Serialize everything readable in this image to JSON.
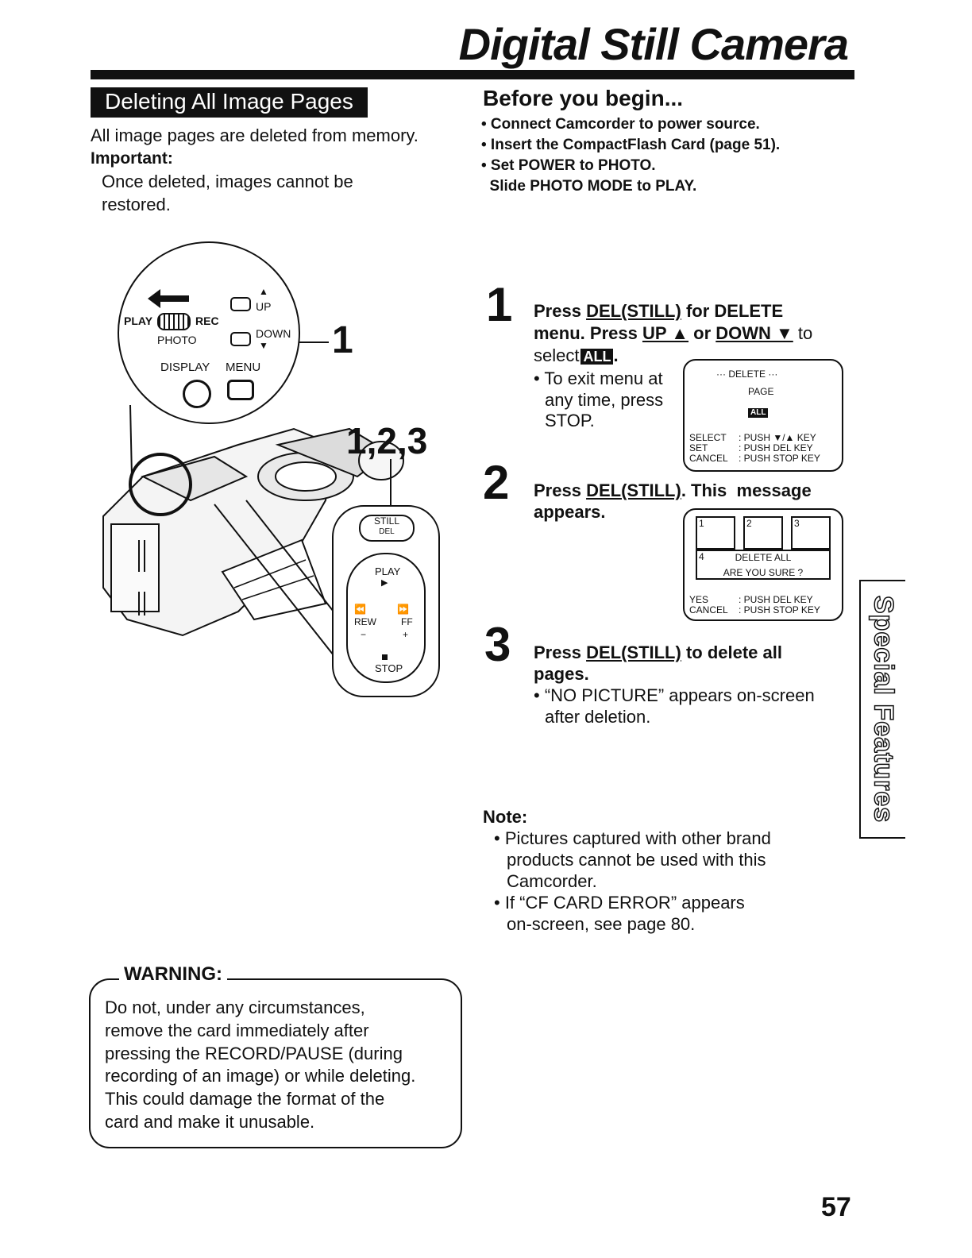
{
  "header": {
    "title": "Digital Still Camera"
  },
  "section": {
    "heading": "Deleting All Image Pages"
  },
  "intro": {
    "line1": "All image pages are deleted from memory.",
    "important_label": "Important:",
    "important_line1": "Once deleted, images cannot be",
    "important_line2": "restored."
  },
  "before": {
    "heading": "Before you begin...",
    "items": [
      "• Connect Camcorder to power source.",
      "• Insert the CompactFlash Card (page 51).",
      "• Set POWER to PHOTO.",
      "  Slide PHOTO MODE to PLAY."
    ]
  },
  "illustration": {
    "zoom_labels": {
      "play": "PLAY",
      "rec": "REC",
      "photo": "PHOTO",
      "up": "UP",
      "down": "DOWN",
      "display": "DISPLAY",
      "menu": "MENU"
    },
    "callout_1": "1",
    "callout_123": "1,2,3",
    "remote_labels": {
      "still": "STILL",
      "del": "DEL",
      "play": "PLAY",
      "rew": "REW",
      "ff": "FF",
      "minus": "−",
      "plus": "+",
      "stop": "STOP"
    }
  },
  "steps": [
    {
      "number": "1",
      "line1_a": "Press ",
      "line1_key": "DEL(STILL)",
      "line1_b": " for DELETE",
      "line2_a": "menu. Press ",
      "line2_up": "UP ▲",
      "line2_b": " or ",
      "line2_down": "DOWN ▼",
      "line2_c": " to",
      "line3_a": "select",
      "line3_badge": "ALL",
      "line3_b": ".",
      "bullets": [
        "• To exit menu at",
        "any time, press",
        "STOP."
      ]
    },
    {
      "number": "2",
      "line1_a": "Press ",
      "line1_key": "DEL(STILL)",
      "line1_b": ". This  message",
      "line2": "appears."
    },
    {
      "number": "3",
      "line1_a": "Press ",
      "line1_key": "DEL(STILL)",
      "line1_b": " to delete all",
      "line2": "pages.",
      "bullet_1": "• “NO PICTURE” appears on-screen",
      "bullet_2": "after deletion."
    }
  ],
  "screen1": {
    "title": "··· DELETE ···",
    "page": "PAGE",
    "badge": "ALL",
    "row1_label": "SELECT",
    "row1_value": ": PUSH ▼/▲ KEY",
    "row2_label": "SET",
    "row2_value": ": PUSH DEL KEY",
    "row3_label": "CANCEL",
    "row3_value": ": PUSH STOP KEY"
  },
  "screen2": {
    "thumb_numbers": [
      "1",
      "2",
      "3",
      "4"
    ],
    "line1": "DELETE ALL",
    "line2": "ARE YOU SURE ?",
    "row1_label": "YES",
    "row1_value": ": PUSH DEL KEY",
    "row2_label": "CANCEL",
    "row2_value": ": PUSH STOP KEY"
  },
  "note": {
    "label": "Note:",
    "items": [
      "• Pictures captured with other brand",
      "products cannot be used with this",
      "Camcorder.",
      "• If “CF CARD ERROR” appears",
      "on-screen, see page 80."
    ]
  },
  "side_tab": {
    "label": "Special Features"
  },
  "warning": {
    "label": "WARNING:",
    "lines": [
      "Do not, under any circumstances,",
      "remove the card immediately after",
      "pressing the RECORD/PAUSE (during",
      "recording of an image) or while deleting.",
      "This could damage the format of the",
      "card and make it unusable."
    ]
  },
  "page_number": "57"
}
